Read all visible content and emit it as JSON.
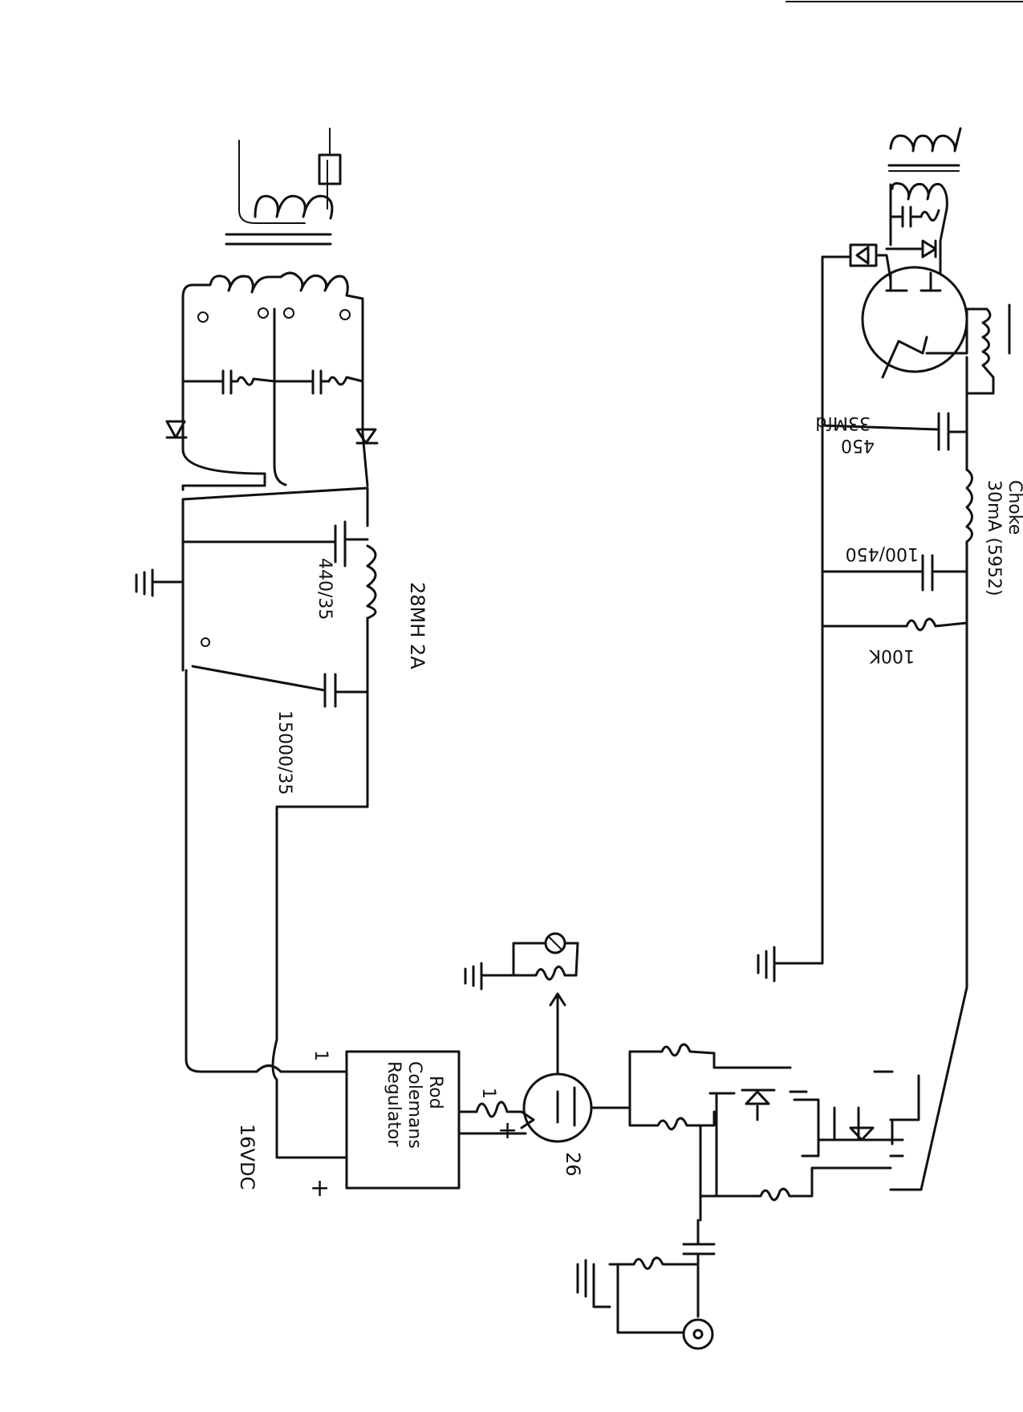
{
  "labels": {
    "choke": "Choke",
    "choke_value": "30mA (5952)",
    "cap_33mfd": "33Mfd",
    "cap_33mfd_voltage": "450",
    "cap_100": "100/450",
    "res_100k": "100K",
    "cap_440": "440/35",
    "inductor_28mh": "28MH 2A",
    "cap_15000": "15000/35",
    "regulator_line1": "Rod",
    "regulator_line2": "Colemans",
    "regulator_line3": "Regulator",
    "tube_26": "26",
    "supply_16vdc": "16VDC",
    "plus_supply": "+",
    "plus_regulator": "+",
    "tag_1_left": "1",
    "tag_1_right": "1"
  }
}
